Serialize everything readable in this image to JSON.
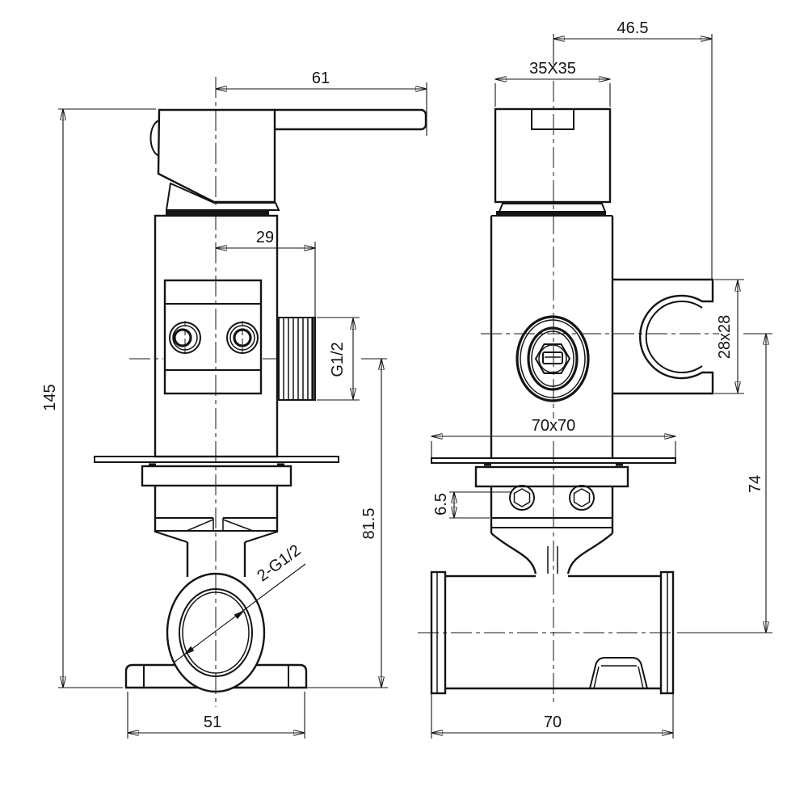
{
  "drawing": {
    "type": "technical-dimension-drawing",
    "subject": "Shower mixer valve - two view dimensioned drawing",
    "background_color": "#ffffff",
    "line_color": "#141414",
    "views": {
      "left": "side-view",
      "right": "front-view"
    },
    "dimensions": {
      "total_height": "145",
      "lever_length": "61",
      "outlet_offset": "29",
      "outlet_thread": "G1/2",
      "inlet_thread": "2-G1/2",
      "outlet_center_to_base": "81.5",
      "base_width": "51",
      "handle_reach": "46.5",
      "handle_size": "35X35",
      "holder_size": "28x28",
      "plate_size": "70x70",
      "screw_offset": "6.5",
      "holder_to_pipe_center": "74",
      "pipe_length": "70"
    }
  }
}
